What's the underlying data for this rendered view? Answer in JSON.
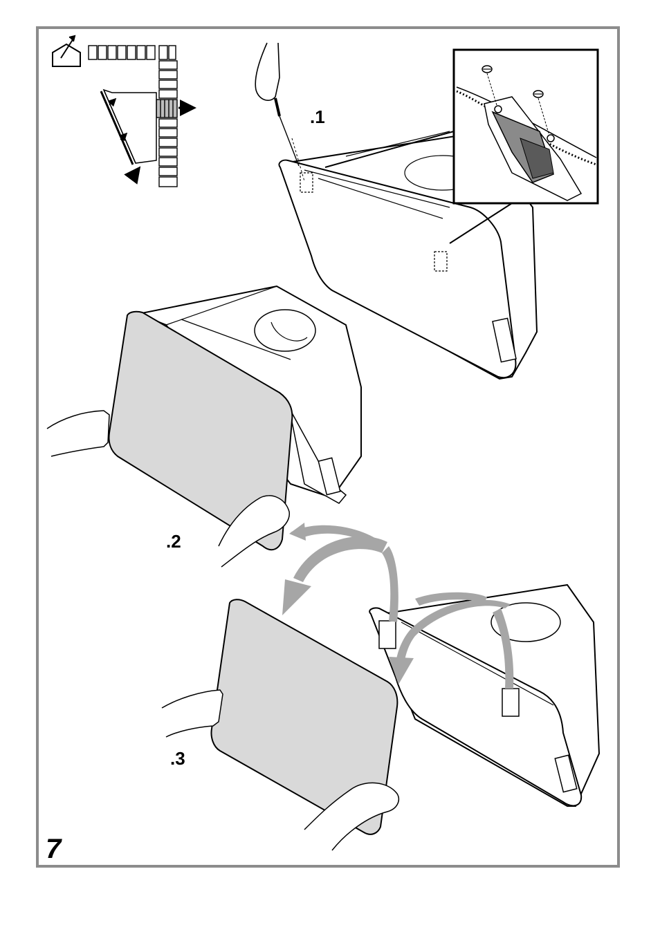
{
  "figure": {
    "number": "7",
    "steps": [
      {
        "label": ".1"
      },
      {
        "label": ".2"
      },
      {
        "label": ".3"
      }
    ]
  },
  "icons": {
    "ducted_mode": "house-exhaust-icon",
    "wall": "brick-wall-icon",
    "screwdriver": "screwdriver-icon",
    "screw": "screw-icon",
    "rotate_arrow": "curved-arrow-icon"
  },
  "colors": {
    "frame": "#8c8c8c",
    "panel_fill": "#d9d9d9",
    "arrow_fill": "#a6a6a6",
    "line": "#000000"
  }
}
